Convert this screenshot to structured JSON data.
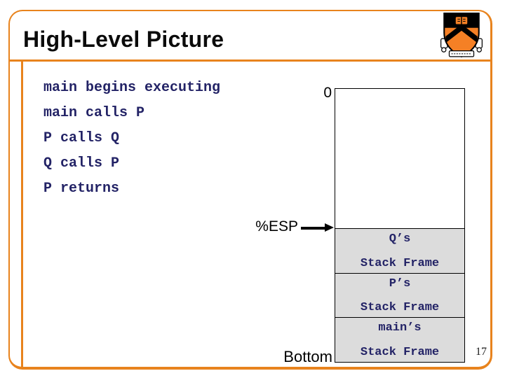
{
  "title": "High-Level Picture",
  "page_number": "17",
  "timeline": [
    "main begins executing",
    "main calls P",
    "P calls Q",
    "Q calls P",
    "P returns"
  ],
  "diagram": {
    "zero_label": "0",
    "esp_label": "%ESP",
    "bottom_label": "Bottom",
    "frames": [
      {
        "owner": "Q’s",
        "label": "Stack Frame"
      },
      {
        "owner": "P’s",
        "label": "Stack Frame"
      },
      {
        "owner": "main’s",
        "label": "Stack Frame"
      }
    ]
  },
  "logo": {
    "name": "princeton-shield"
  },
  "colors": {
    "frame_orange": "#E8831D",
    "shield_orange": "#F58025",
    "text_navy": "#232366",
    "stack_gray": "#DCDCDC"
  }
}
